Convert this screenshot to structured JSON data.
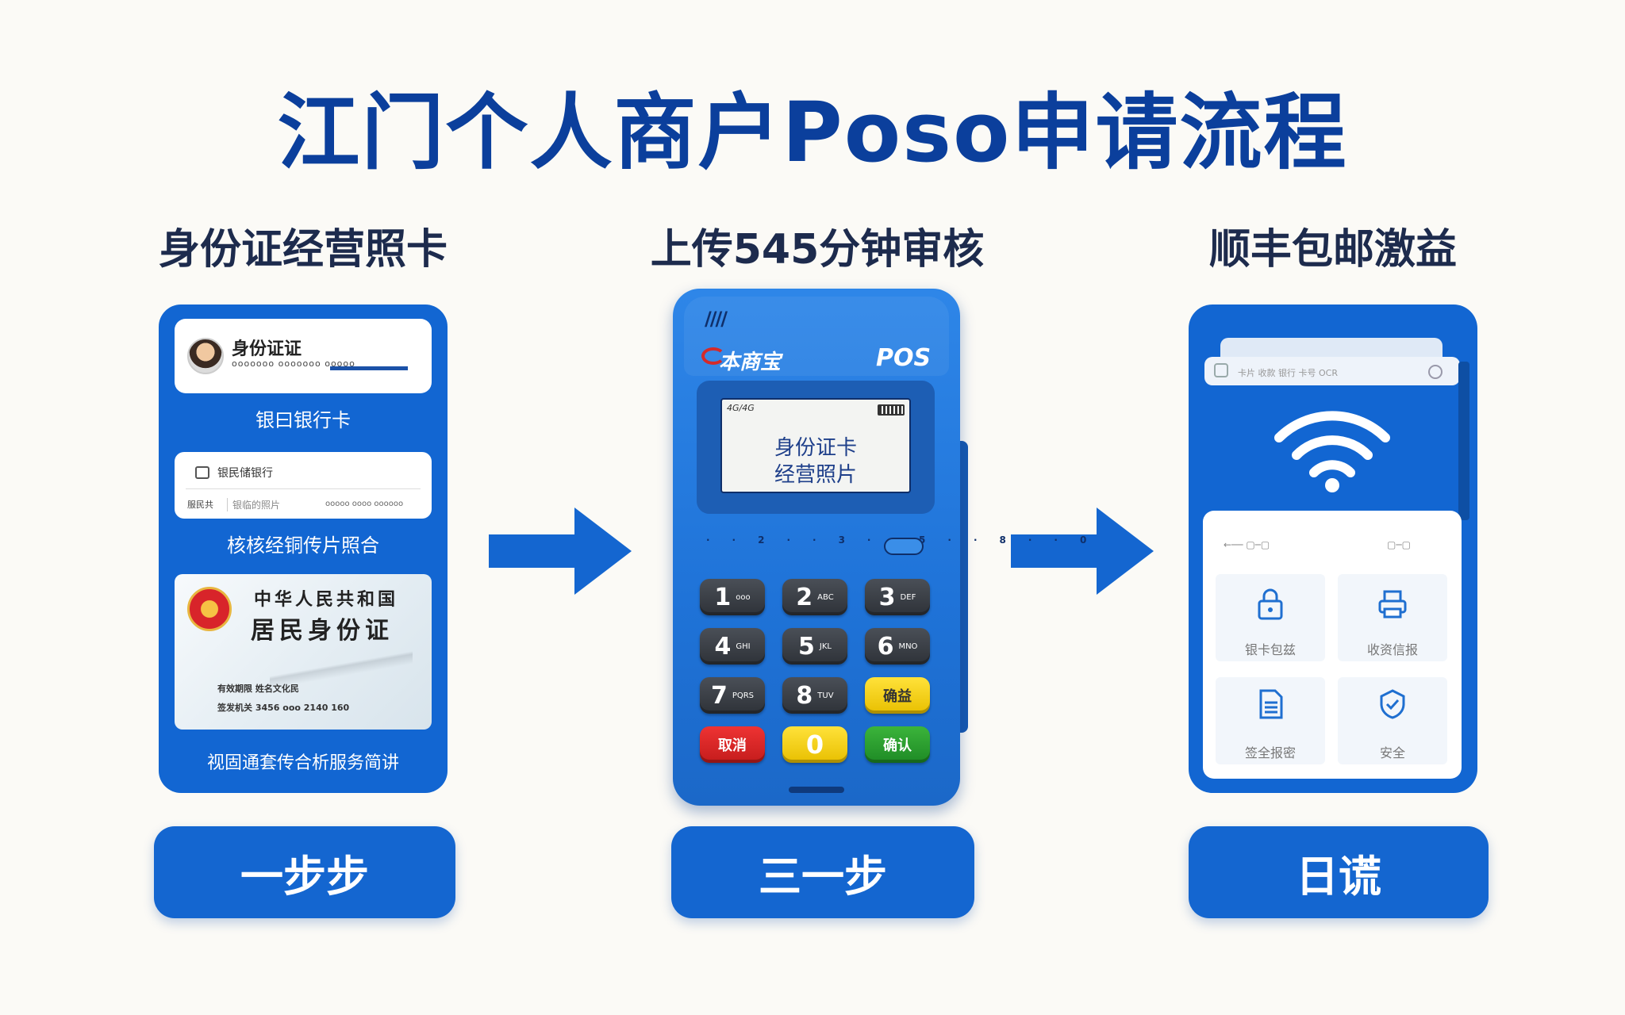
{
  "title": "江门个人商户Poso申请流程",
  "columns": [
    {
      "heading": "身份证经营照卡",
      "step": "一步步"
    },
    {
      "heading": "上传545分钟审核",
      "step": "三一步"
    },
    {
      "heading": "顺丰包邮激益",
      "step": "日谎"
    }
  ],
  "left_panel": {
    "id_card": {
      "title": "身份证证",
      "subtitle": "ooooooo ooooooo ooooo"
    },
    "label1": "银曰银行卡",
    "bank_card": {
      "title": "银民储银行",
      "left": "服民共",
      "mid": "银临的照片",
      "right": "ooooo oooo oooooo"
    },
    "label2": "核核经铜传片照合",
    "resident_card": {
      "line1": "中华人民共和国",
      "line2": "居民身份证",
      "small1": "有效期限  姓名文化民",
      "small2": "签发机关  3456 ooo 2140 160"
    },
    "label3": "视固通套传合析服务简讲"
  },
  "pos": {
    "slots": "////",
    "brand": "本商宝",
    "label": "POS",
    "screen_corner": "4G/4G",
    "screen_line1": "身份证卡",
    "screen_line2": "经营照片",
    "dots": "··2··3··5··8··0",
    "keys": [
      {
        "num": "1",
        "sub": "ooo"
      },
      {
        "num": "2",
        "sub": "ABC"
      },
      {
        "num": "3",
        "sub": "DEF"
      },
      {
        "num": "4",
        "sub": "GHI"
      },
      {
        "num": "5",
        "sub": "JKL"
      },
      {
        "num": "6",
        "sub": "MNO"
      },
      {
        "num": "7",
        "sub": "PQRS"
      },
      {
        "num": "8",
        "sub": "TUV"
      }
    ],
    "key_yellow_label": "确益",
    "key_red_label": "取消",
    "key_zero": "0",
    "key_green_label": "确认"
  },
  "phone": {
    "card_text": "卡片 收款 银行 卡号 OCR",
    "top_left": "←── ▢─▢",
    "top_right": "▢─▢",
    "tiles": [
      {
        "label": "银卡包兹",
        "icon": "lock-icon"
      },
      {
        "label": "收资信报",
        "icon": "printer-icon"
      },
      {
        "label": "签全报密",
        "icon": "document-icon"
      },
      {
        "label": "安全",
        "icon": "shield-check-icon"
      }
    ]
  },
  "colors": {
    "primary_blue": "#1266d2",
    "title_blue": "#0b3f9c",
    "background": "#fbfaf6"
  }
}
